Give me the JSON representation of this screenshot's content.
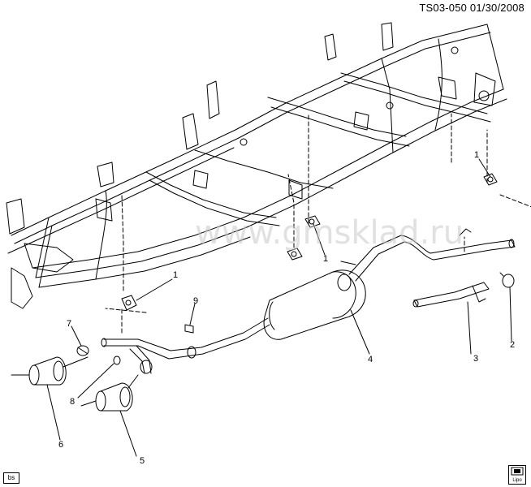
{
  "header": {
    "code": "TS03-050",
    "date": "01/30/2008"
  },
  "watermark": "www.gmsklad.ru",
  "callouts": [
    {
      "id": "c1a",
      "label": "1"
    },
    {
      "id": "c1b",
      "label": "1"
    },
    {
      "id": "c1c",
      "label": "1"
    },
    {
      "id": "c2",
      "label": "2"
    },
    {
      "id": "c3",
      "label": "3"
    },
    {
      "id": "c4",
      "label": "4"
    },
    {
      "id": "c5",
      "label": "5"
    },
    {
      "id": "c6",
      "label": "6"
    },
    {
      "id": "c7",
      "label": "7"
    },
    {
      "id": "c8",
      "label": "8"
    },
    {
      "id": "c9",
      "label": "9"
    }
  ],
  "footer": {
    "left_tag": "bs",
    "part_icon": "part-number-badge-icon",
    "part_label": "Lipo"
  }
}
